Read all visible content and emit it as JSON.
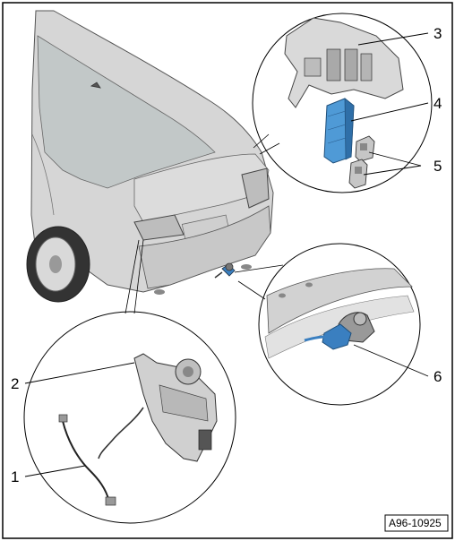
{
  "callouts": [
    {
      "id": "1",
      "label": "1"
    },
    {
      "id": "2",
      "label": "2"
    },
    {
      "id": "3",
      "label": "3"
    },
    {
      "id": "4",
      "label": "4"
    },
    {
      "id": "5",
      "label": "5"
    },
    {
      "id": "6",
      "label": "6"
    }
  ],
  "figure_id": "A96-10925",
  "colors": {
    "module_blue": "#4f9ad6",
    "connector_blue": "#3a7fc0",
    "car_gray": "#c9c9c9",
    "line": "#000000"
  }
}
